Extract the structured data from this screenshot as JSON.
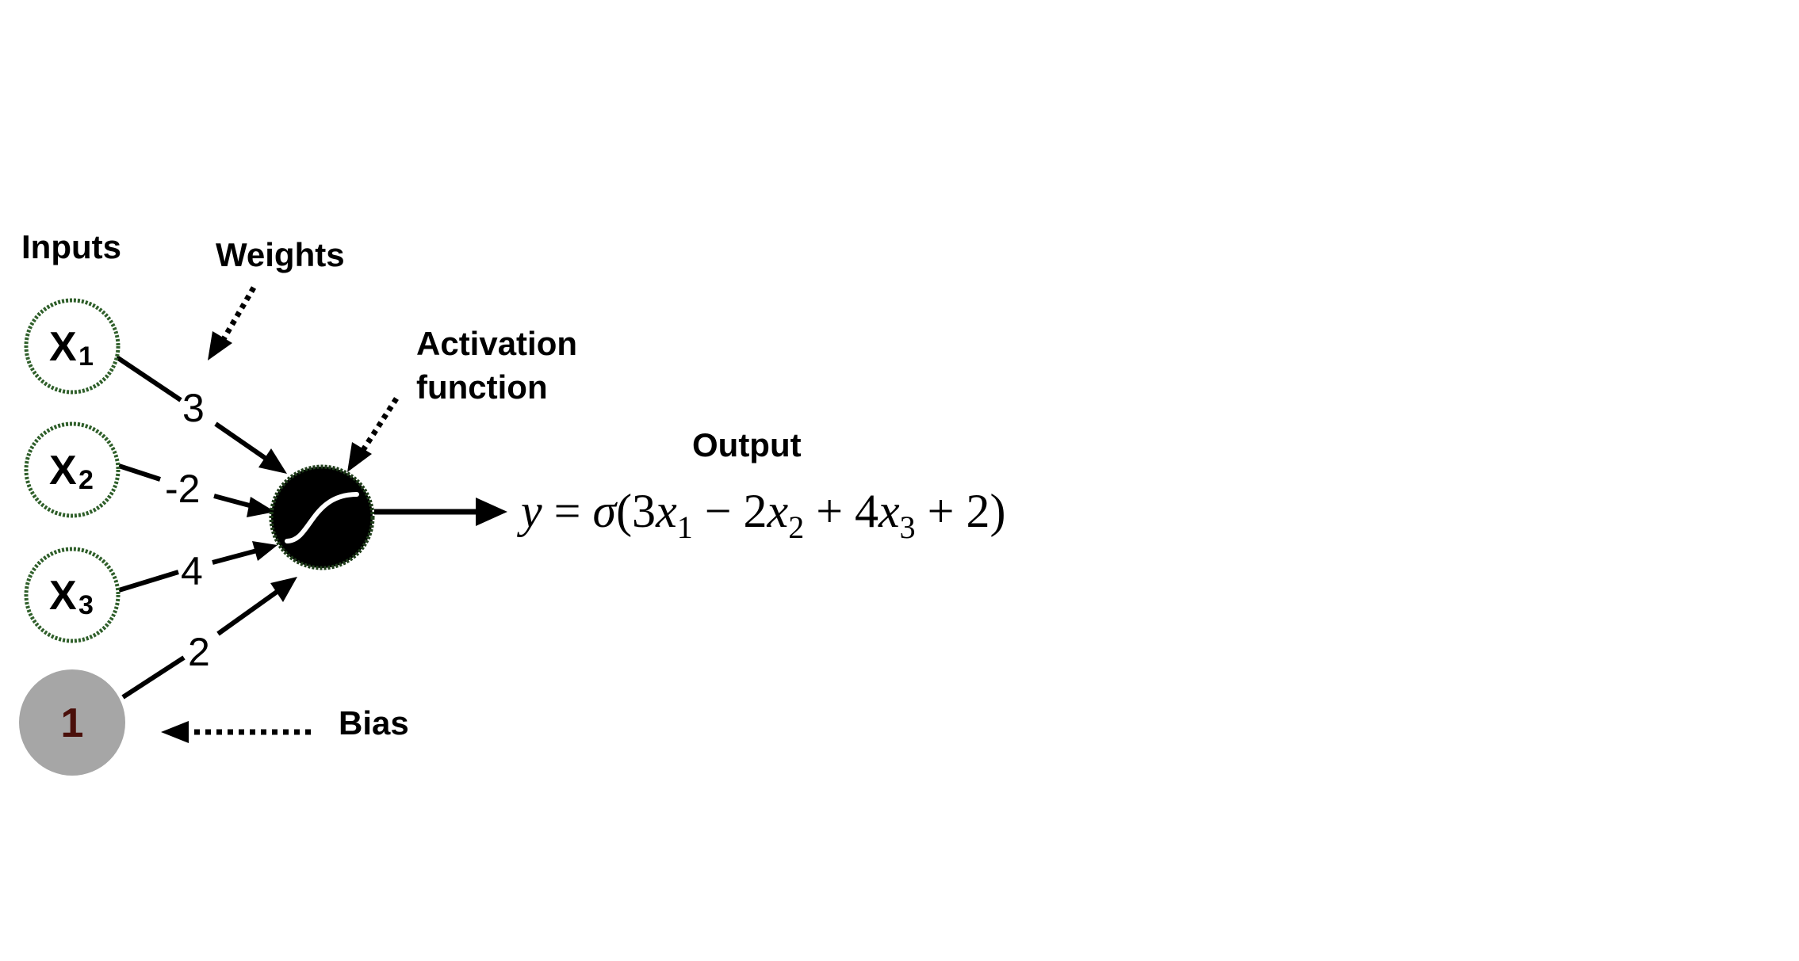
{
  "labels": {
    "inputs": "Inputs",
    "weights": "Weights",
    "activation_line1": "Activation",
    "activation_line2": "function",
    "output": "Output",
    "bias": "Bias"
  },
  "inputs": [
    {
      "name": "X",
      "sub": "1"
    },
    {
      "name": "X",
      "sub": "2"
    },
    {
      "name": "X",
      "sub": "3"
    }
  ],
  "bias_node": {
    "value": "1"
  },
  "weights": [
    "3",
    "-2",
    "4",
    "2"
  ],
  "formula": {
    "y": "y",
    "eq": " = ",
    "sigma": "σ",
    "open": "(3",
    "x1": "x",
    "s1": "1",
    "minus": " − 2",
    "x2": "x",
    "s2": "2",
    "plus": " + 4",
    "x3": "x",
    "s3": "3",
    "tail": " + 2)"
  },
  "colors": {
    "input_ring": "#2f5f2a",
    "bias_fill": "#a6a6a6",
    "neuron_fill": "#000000",
    "neuron_ring": "#1f3d1a",
    "sigmoid_stroke": "#ffffff"
  }
}
